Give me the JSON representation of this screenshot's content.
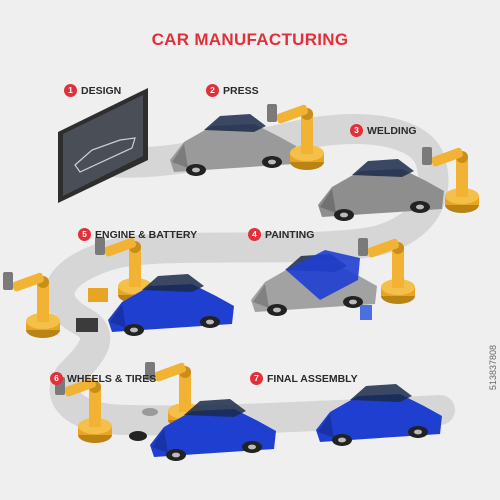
{
  "title": "CAR MANUFACTURING",
  "steps": [
    {
      "num": "1",
      "label": "DESIGN"
    },
    {
      "num": "2",
      "label": "PRESS"
    },
    {
      "num": "3",
      "label": "WELDING"
    },
    {
      "num": "4",
      "label": "PAINTING"
    },
    {
      "num": "5",
      "label": "ENGINE & BATTERY"
    },
    {
      "num": "6",
      "label": "WHEELS & TIRES"
    },
    {
      "num": "7",
      "label": "FINAL ASSEMBLY"
    }
  ],
  "watermark": "513837808",
  "colors": {
    "accent": "#e0303a",
    "car_body": "#1f3fd1",
    "car_raw": "#9a9a9a",
    "robot": "#f2b233",
    "conveyor": "#d6d6d6"
  }
}
